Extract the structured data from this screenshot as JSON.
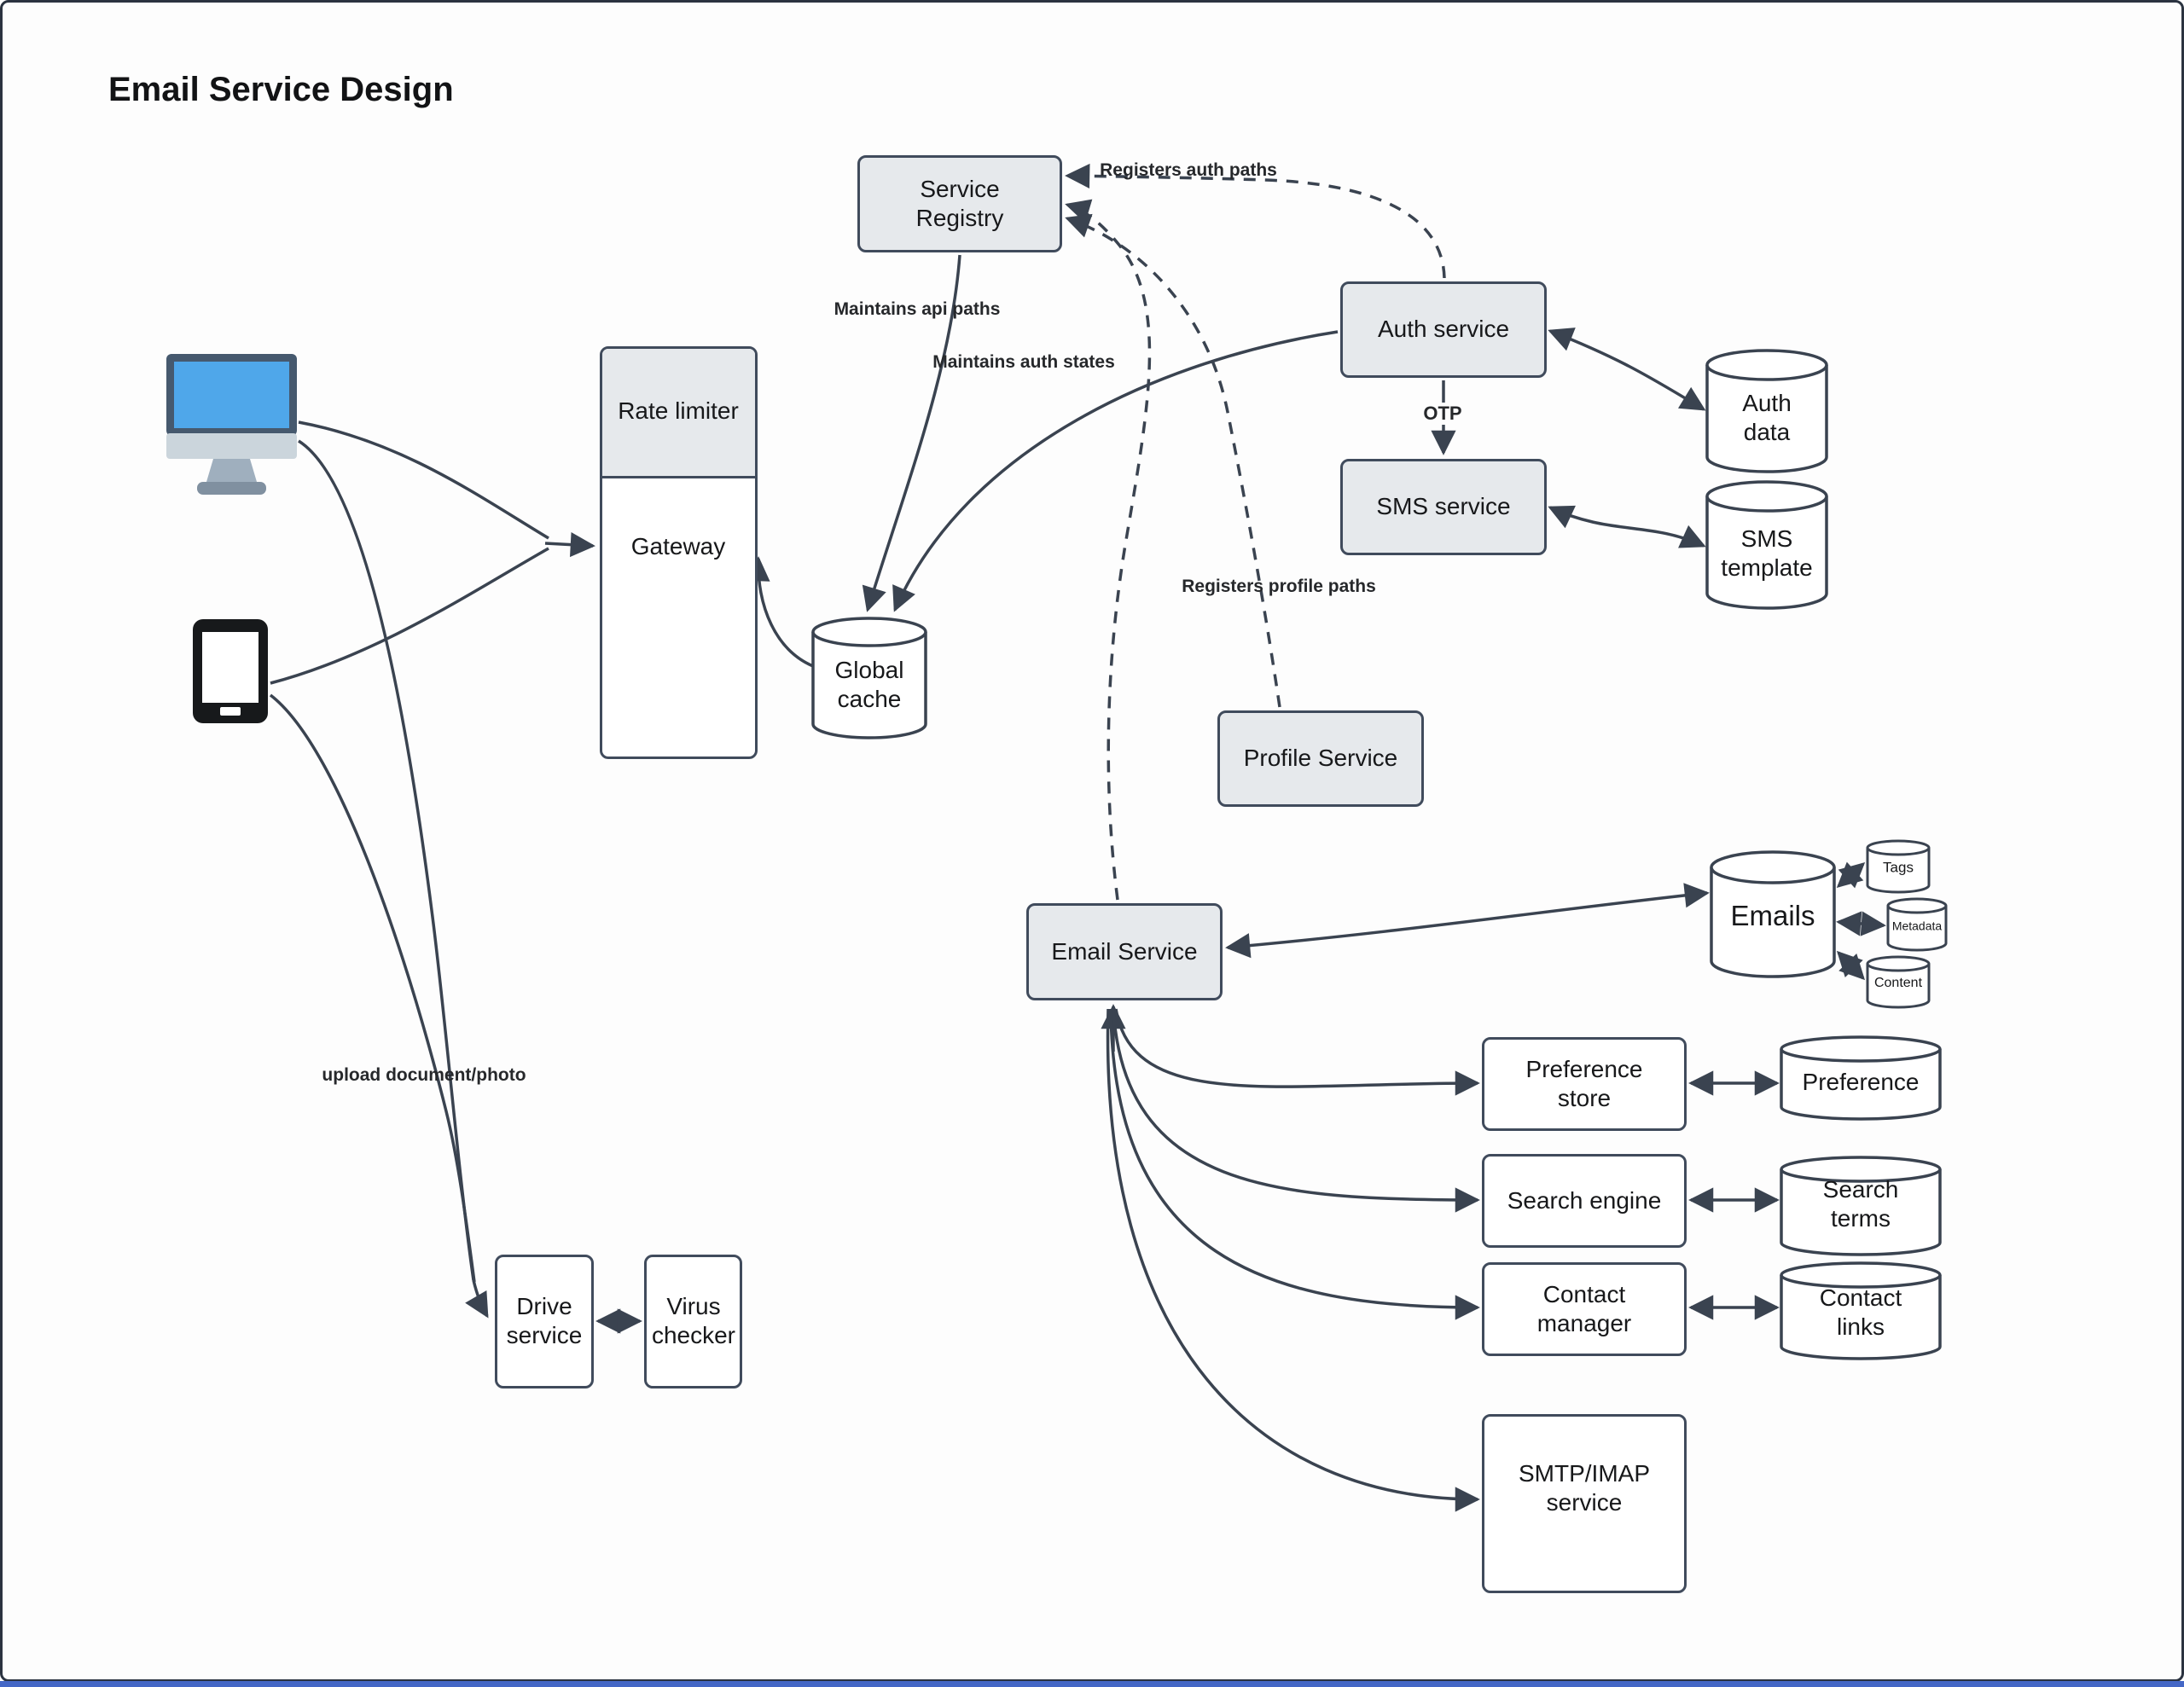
{
  "title": "Email Service Design",
  "nodes": {
    "serviceRegistry": {
      "label": "Service Registry"
    },
    "rateLimiter": {
      "label": "Rate limiter"
    },
    "gateway": {
      "label": "Gateway"
    },
    "globalCache": {
      "label": "Global cache"
    },
    "authService": {
      "label": "Auth service"
    },
    "smsService": {
      "label": "SMS service"
    },
    "profileService": {
      "label": "Profile Service"
    },
    "emailService": {
      "label": "Email Service"
    },
    "authData": {
      "label": "Auth data"
    },
    "smsTemplate": {
      "label": "SMS template"
    },
    "emails": {
      "label": "Emails"
    },
    "tags": {
      "label": "Tags"
    },
    "metadata": {
      "label": "Metadata"
    },
    "content": {
      "label": "Content"
    },
    "preferenceStore": {
      "label": "Preference store"
    },
    "preference": {
      "label": "Preference"
    },
    "searchEngine": {
      "label": "Search engine"
    },
    "searchTerms": {
      "label": "Search terms"
    },
    "contactManager": {
      "label": "Contact manager"
    },
    "contactLinks": {
      "label": "Contact links"
    },
    "smtpImap": {
      "label": "SMTP/IMAP service"
    },
    "driveService": {
      "label": "Drive service"
    },
    "virusChecker": {
      "label": "Virus checker"
    }
  },
  "edge_labels": {
    "registers_auth_paths": "Registers auth paths",
    "maintains_api_paths": "Maintains api paths",
    "maintains_auth_states": "Maintains auth states",
    "registers_profile_paths": "Registers profile paths",
    "otp": "OTP",
    "upload_document_photo": "upload document/photo"
  },
  "icons": {
    "desktop": "desktop-computer-icon",
    "smartphone": "smartphone-icon"
  },
  "colors": {
    "canvas_border": "#2B3340",
    "node_fill_gray": "#E6E9EC",
    "node_fill_white": "#FFFFFF",
    "node_stroke": "#404B5C",
    "connector": "#3A4350",
    "screen_blue": "#4FA7EA",
    "monitor_frame": "#46596E",
    "bottom_bar_blue": "#4467C6",
    "background": "#FDFDFD"
  }
}
